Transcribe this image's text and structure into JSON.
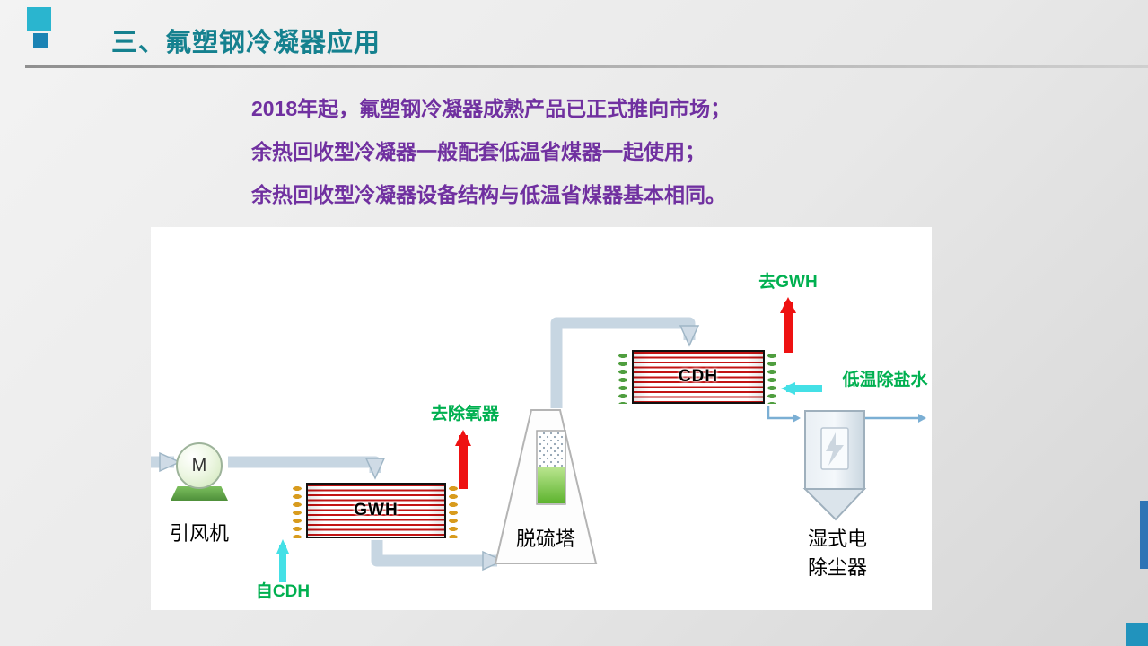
{
  "slide": {
    "title": "三、氟塑钢冷凝器应用",
    "body_lines": [
      "2018年起，氟塑钢冷凝器成熟产品已正式推向市场；",
      "余热回收型冷凝器一般配套低温省煤器一起使用；",
      "余热回收型冷凝器设备结构与低温省煤器基本相同。"
    ]
  },
  "diagram": {
    "fan": {
      "motor": "M",
      "label": "引风机"
    },
    "gwh": {
      "label": "GWH",
      "outlet": "去除氧器",
      "inlet": "自CDH"
    },
    "tower": {
      "label": "脱硫塔"
    },
    "cdh": {
      "label": "CDH",
      "outlet": "去GWH",
      "inlet": "低温除盐水"
    },
    "precipitator": {
      "label_line1": "湿式电",
      "label_line2": "除尘器"
    }
  },
  "colors": {
    "title_teal": "#15818f",
    "body_purple": "#7030a0",
    "label_green": "#00b050",
    "arrow_red": "#ee1111",
    "arrow_cyan": "#44e0e6",
    "flow_gray": "#c7d6e2",
    "deco_teal": "#2ab5cf",
    "deco_blue": "#2e74b5"
  }
}
